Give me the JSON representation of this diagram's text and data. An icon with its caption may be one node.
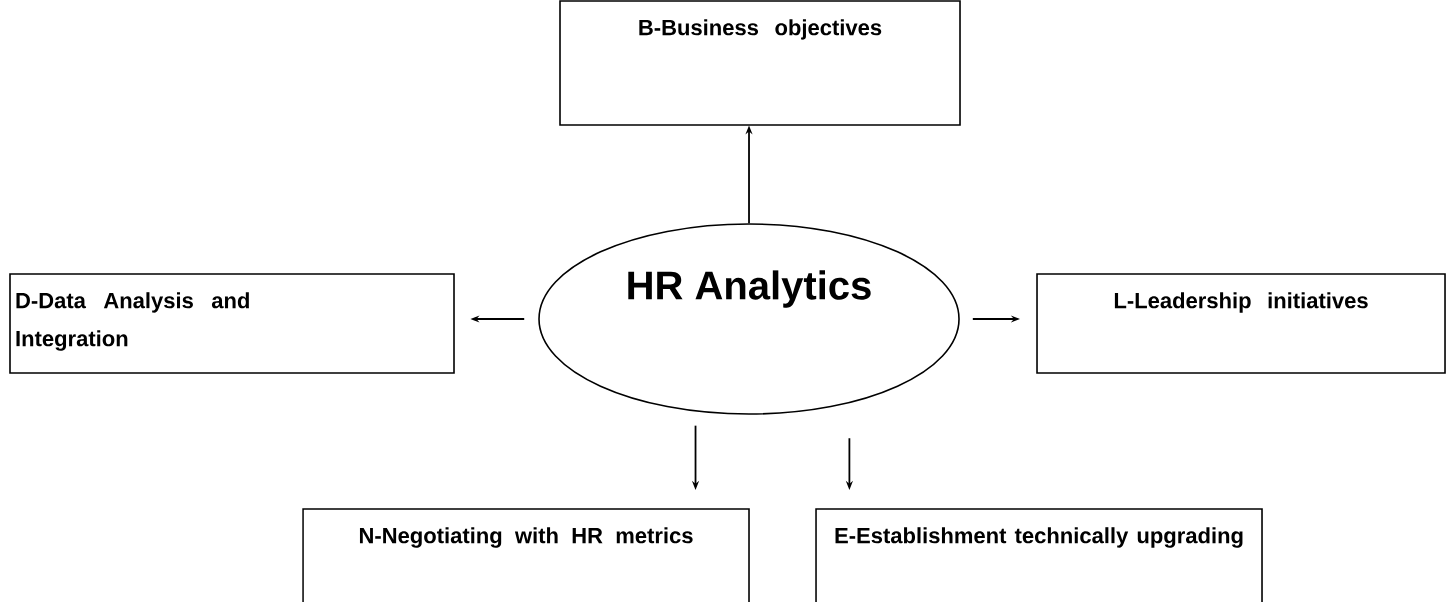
{
  "diagram": {
    "nodes": [
      {
        "text": [
          "HR Analytics"
        ]
      },
      {
        "text": [
          "B-Business objectives"
        ]
      },
      {
        "text": [
          "D-Data Analysis and Integration"
        ]
      },
      {
        "text": [
          "L-Leadership initiatives"
        ]
      },
      {
        "text": [
          "N-Negotiating with HR metrics"
        ]
      },
      {
        "text": [
          "E-Establishment technically upgrading"
        ]
      }
    ],
    "edges": [
      {
        "from": 0,
        "to": 1,
        "arrow": "to"
      },
      {
        "from": 0,
        "to": 2,
        "arrow": "to"
      },
      {
        "from": 0,
        "to": 3,
        "arrow": "to"
      },
      {
        "from": 0,
        "to": 4,
        "arrow": "to"
      },
      {
        "from": 0,
        "to": 5,
        "arrow": "to"
      }
    ]
  }
}
